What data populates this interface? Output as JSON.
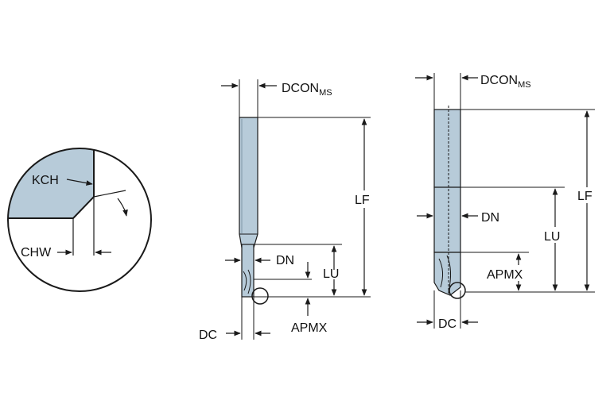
{
  "colors": {
    "tool_fill": "#b7cbd9",
    "tool_fill_dark": "#9fb6c6",
    "line": "#1a1a1a",
    "background": "#ffffff"
  },
  "detail": {
    "kch": "KCH",
    "chw": "CHW"
  },
  "tool_left": {
    "dcon": "DCON",
    "dcon_sub": "MS",
    "dn": "DN",
    "lu": "LU",
    "lf": "LF",
    "dc": "DC",
    "apmx": "APMX"
  },
  "tool_right": {
    "dcon": "DCON",
    "dcon_sub": "MS",
    "dn": "DN",
    "lu": "LU",
    "lf": "LF",
    "dc": "DC",
    "apmx": "APMX"
  }
}
